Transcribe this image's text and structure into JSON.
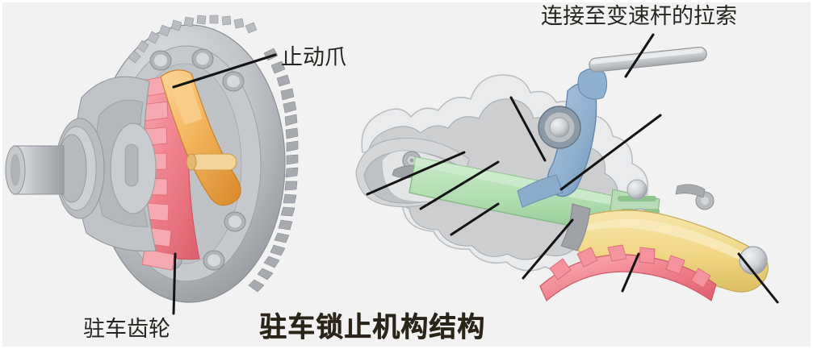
{
  "figure": {
    "title": "驻车锁止机构结构",
    "background_color": "#f2f2f2",
    "labels": [
      {
        "id": "pawl",
        "text": "止动爪"
      },
      {
        "id": "cable",
        "text": "连接至变速杆的拉索"
      },
      {
        "id": "gear",
        "text": "驻车齿轮"
      }
    ]
  },
  "palette": {
    "background": "#f2f2f2",
    "text": "#26241f",
    "title": "#2b2419",
    "steel_light": "#d6d8da",
    "steel_mid": "#b4b7bb",
    "steel_dark": "#8d9196",
    "steel_deep": "#6f7377",
    "housing_light": "#e3e5e6",
    "housing_mid": "#c9cbcd",
    "housing_dark": "#a9acaf",
    "pink": "#f1848f",
    "pink_light": "#f7a9b1",
    "pink_deep": "#e2636f",
    "orange": "#f0ad4e",
    "orange_light": "#f7c97f",
    "orange_deep": "#dd9030",
    "yellow": "#f2d98b",
    "yellow_deep": "#dcc06a",
    "green": "#aedcae",
    "green_deep": "#8cc48c",
    "blue": "#8fb0cf",
    "blue_deep": "#6d92b6",
    "leader": "#141414"
  },
  "left_view": {
    "name": "parking-gear-assembly",
    "parts": [
      {
        "name": "ring-gear",
        "color": "#b4b7bb"
      },
      {
        "name": "parking-gear",
        "color": "#f1848f"
      },
      {
        "name": "parking-pawl",
        "color": "#f0ad4e"
      },
      {
        "name": "output-shaft",
        "color": "#c3c6c9"
      },
      {
        "name": "bearing",
        "color": "#aeb1b5"
      },
      {
        "name": "differential-housing",
        "color": "#bcbfc2"
      }
    ]
  },
  "right_view": {
    "name": "parking-lock-cross-section",
    "parts": [
      {
        "name": "gearbox-housing",
        "color": "#d8dadc"
      },
      {
        "name": "selector-rod",
        "color": "#c6c9cc"
      },
      {
        "name": "bellcrank-lever",
        "color": "#8fb0cf"
      },
      {
        "name": "pivot-bushing",
        "color": "#9aa3ab"
      },
      {
        "name": "actuating-rod",
        "color": "#aedcae"
      },
      {
        "name": "return-spring",
        "color": "#9fd09f"
      },
      {
        "name": "locking-pawl",
        "color": "#f2d98b"
      },
      {
        "name": "parking-gear-teeth",
        "color": "#f1848f"
      },
      {
        "name": "pawl-pivot-ball",
        "color": "#ccd0d4"
      }
    ]
  }
}
